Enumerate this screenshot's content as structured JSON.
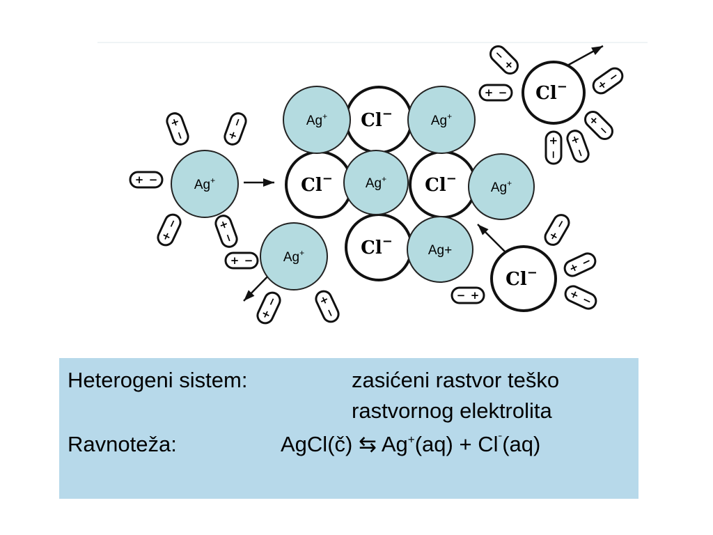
{
  "diagram": {
    "ag_label": "Ag",
    "ag_charge": "+",
    "ag_plain_label": "Ag+",
    "cl_label": "Cl",
    "cl_charge": "−",
    "water_plus": "+",
    "water_minus": "−"
  },
  "info": {
    "system_label": "Heterogeni sistem:",
    "system_line1": "zasićeni rastvor teško",
    "system_line2": "rastvornog elektrolita",
    "equilibrium_label": "Ravnoteža:",
    "eq_reactant": "AgCl(č)",
    "eq_arrow": "⇆",
    "eq_product1": "Ag",
    "eq_product1_charge": "+",
    "eq_product1_state": "(aq)",
    "eq_plus": "+",
    "eq_product2": "Cl",
    "eq_product2_charge": "ˉ",
    "eq_product2_state": "(aq)"
  },
  "colors": {
    "ag_ion_fill": "#b4dbe0",
    "info_box_bg": "#b7d9ea"
  }
}
